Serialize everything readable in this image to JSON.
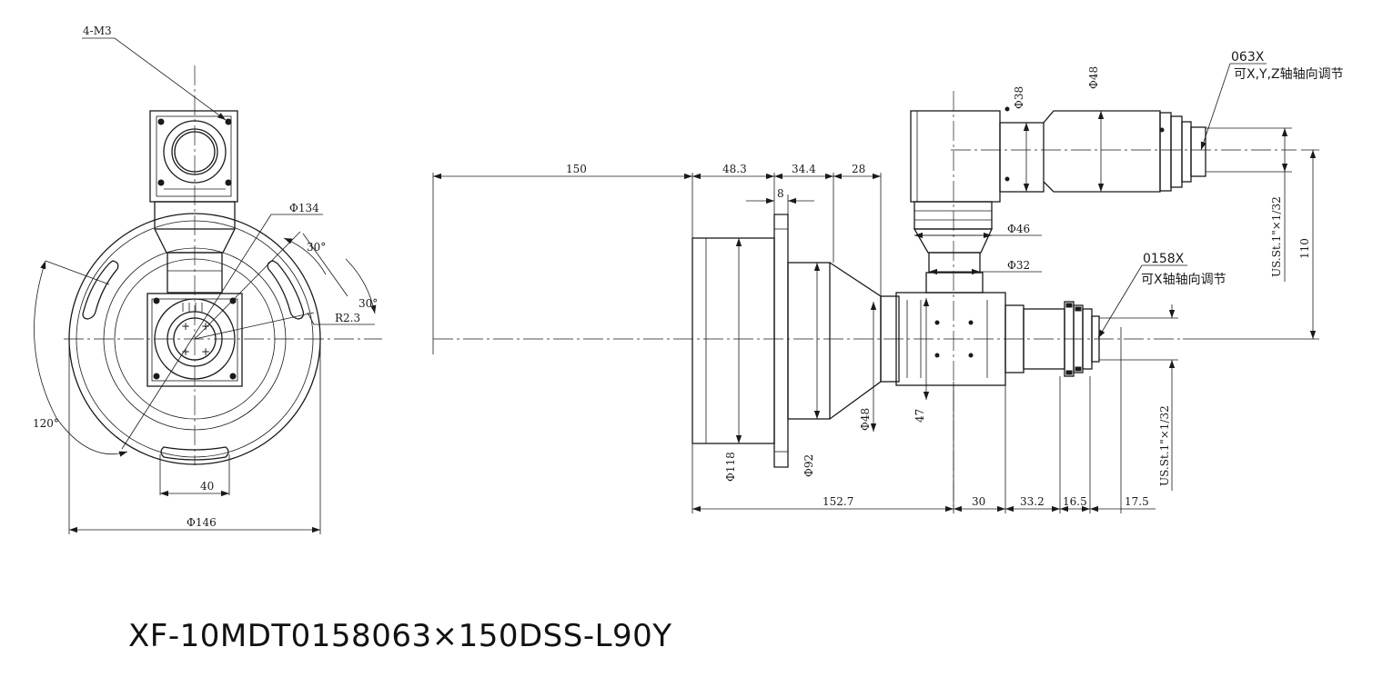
{
  "drawing": {
    "model_number": "XF-10MDT0158063×150DSS-L90Y",
    "front_view": {
      "thread_note": "4-M3",
      "diameter_flange_holes": "Φ134",
      "angle_slot": "30°",
      "angle_slot_2": "30°",
      "radius_slot": "R2.3",
      "angle_120": "120°",
      "slot_width": "40",
      "outer_diameter": "Φ146"
    },
    "side_view": {
      "dim_150": "150",
      "dim_48_3": "48.3",
      "dim_34_4": "34.4",
      "dim_28": "28",
      "dim_8": "8",
      "dia_118": "Φ118",
      "dia_92": "Φ92",
      "dia_48_body": "Φ48",
      "dim_47": "47",
      "dia_46": "Φ46",
      "dia_32": "Φ32",
      "dia_38": "Φ38",
      "dia_48_top": "Φ48",
      "dim_110": "110",
      "thread_top": "US.St.1\"×1/32",
      "thread_bottom": "US.St.1\"×1/32",
      "label_063x": "063X",
      "note_063x": "可X,Y,Z轴轴向调节",
      "label_0158x": "0158X",
      "note_0158x": "可X轴轴向调节",
      "dim_152_7": "152.7",
      "dim_30": "30",
      "dim_33_2": "33.2",
      "dim_16_5": "16.5",
      "dim_17_5": "17.5"
    }
  }
}
